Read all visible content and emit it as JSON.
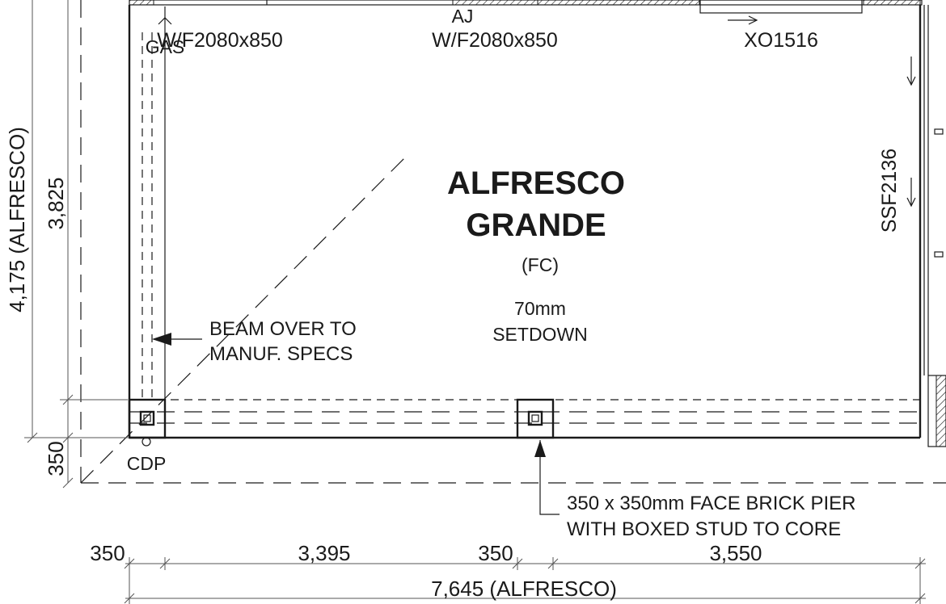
{
  "room": {
    "name_line1": "ALFRESCO",
    "name_line2": "GRANDE",
    "finish": "(FC)",
    "setdown_value": "70mm",
    "setdown_label": "SETDOWN"
  },
  "openings": {
    "left_window": "W/F2080x850",
    "center_window": "W/F2080x850",
    "center_tag": "AJ",
    "right_door": "XO1516",
    "side_door": "SSF2136"
  },
  "services": {
    "gas": "GAS",
    "cdp": "CDP"
  },
  "notes": {
    "beam_line1": "BEAM OVER TO",
    "beam_line2": "MANUF. SPECS",
    "pier_line1": "350 x 350mm FACE BRICK PIER",
    "pier_line2": "WITH BOXED STUD TO CORE"
  },
  "dimensions": {
    "vertical_total": "4,175 (ALFRESCO)",
    "vertical_main": "3,825",
    "vertical_small": "350",
    "h_left": "350",
    "h_span1": "3,395",
    "h_mid": "350",
    "h_span2": "3,550",
    "h_total": "7,645 (ALFRESCO)"
  }
}
